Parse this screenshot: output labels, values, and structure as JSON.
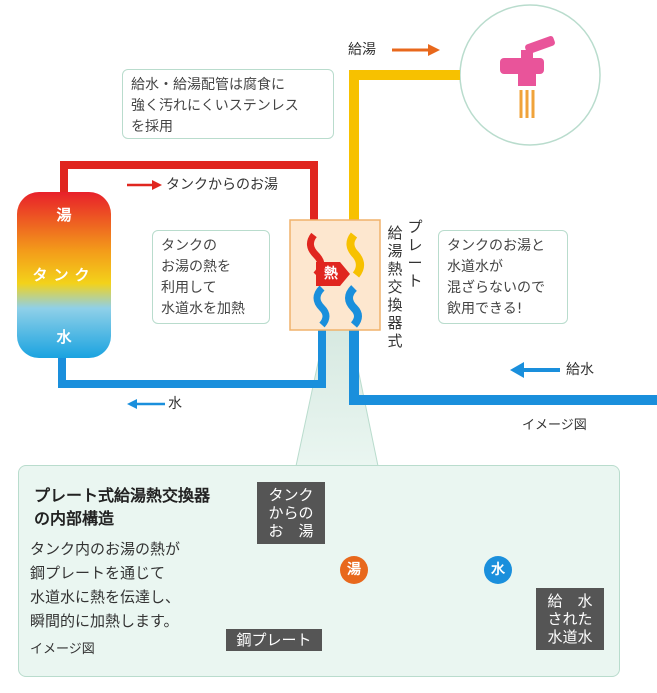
{
  "supply_hot_label": "給湯",
  "pipe_callout": [
    "給水・給湯配管は腐食に",
    "強く汚れにくいステンレス",
    "を採用"
  ],
  "tank": {
    "top": "湯",
    "middle": "タンク",
    "bottom": "水"
  },
  "tank_hot_label": "タンクからのお湯",
  "cold_out_label": "水",
  "heat_callout": [
    "タンクの",
    "お湯の熱を",
    "利用して",
    "水道水を加熱"
  ],
  "heat_badge": "熱",
  "exchanger_label_col1": "給湯熱交換器式",
  "exchanger_label_col2": "プレート",
  "no_mix_callout": [
    "タンクのお湯と",
    "水道水が",
    "混ざらないので",
    "飲用できる!"
  ],
  "supply_cold_label": "給水",
  "image_note_top": "イメージ図",
  "panel": {
    "title": [
      "プレート式給湯熱交換器",
      "の内部構造"
    ],
    "body": [
      "タンク内のお湯の熱が",
      "鋼プレートを通じて",
      "水道水に熱を伝達し、",
      "瞬間的に加熱します。"
    ],
    "note": "イメージ図",
    "hot_from_tank": [
      "タンク",
      "からの",
      "お　湯"
    ],
    "steel_plate": "鋼プレート",
    "hot_badge": "湯",
    "cold_badge": "水",
    "supplied_water": [
      "給　水",
      "された",
      "水道水"
    ]
  },
  "colors": {
    "hot_red": "#e0261f",
    "hot_yellow": "#f7c100",
    "cold_blue": "#1a8fdc",
    "callout_border": "#b9dccd",
    "panel_bg": "#eaf6f1",
    "hot_arrow": "#e8681c"
  }
}
